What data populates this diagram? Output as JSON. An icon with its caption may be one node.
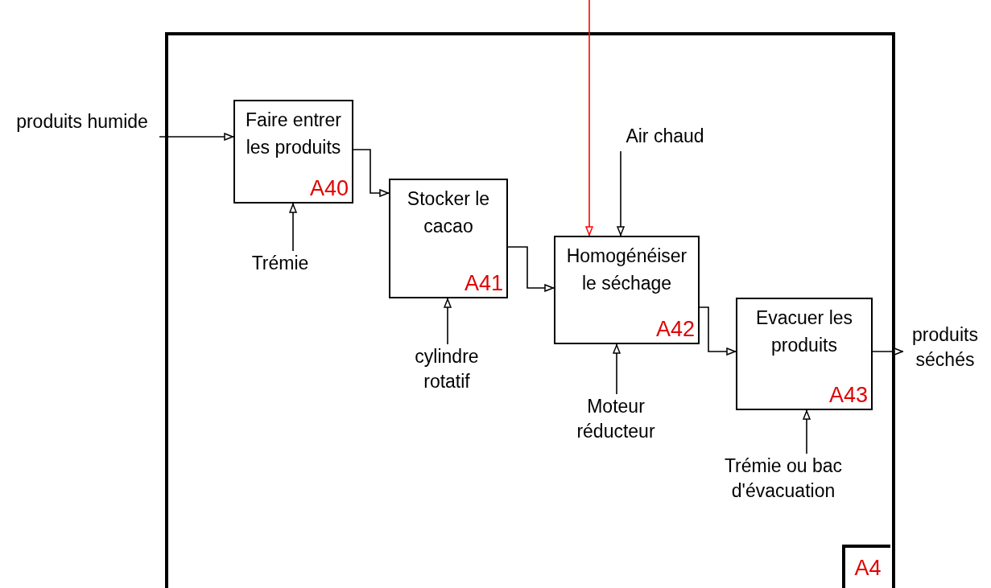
{
  "diagram": {
    "nodes": [
      {
        "text": [],
        "shape": "box"
      },
      {
        "text": [
          "Faire entrer les produits",
          "A40"
        ],
        "in": 0
      },
      {
        "text": [
          "Stocker le cacao",
          "A41"
        ],
        "in": 0
      },
      {
        "text": [
          "Homogénéiser le séchage",
          "A42"
        ],
        "in": 0
      },
      {
        "text": [
          "Evacuer les produits",
          "A43"
        ],
        "in": 0
      },
      {
        "text": [
          "produits humide"
        ]
      },
      {
        "text": [
          "Trémie"
        ],
        "in": 0
      },
      {
        "text": [
          "cylindre rotatif"
        ],
        "in": 0
      },
      {
        "text": [
          "Air chaud"
        ],
        "in": 0
      },
      {
        "text": [
          "Moteur réducteur"
        ],
        "in": 0
      },
      {
        "text": [
          "Trémie ou bac d'évacuation"
        ],
        "in": 0
      },
      {
        "text": [
          "produits séchés"
        ]
      },
      {
        "text": [
          "A4"
        ],
        "in": 0
      }
    ],
    "edges": [
      {
        "from": 5,
        "to": 1,
        "arrow": "to"
      },
      {
        "from": 1,
        "to": 2,
        "arrow": "to"
      },
      {
        "from": 2,
        "to": 3,
        "arrow": "to"
      },
      {
        "from": 3,
        "to": 4,
        "arrow": "to"
      },
      {
        "from": 4,
        "to": 11,
        "arrow": "to"
      },
      {
        "from": 6,
        "to": 1,
        "arrow": "to"
      },
      {
        "from": 7,
        "to": 2,
        "arrow": "to"
      },
      {
        "from": 8,
        "to": 3,
        "arrow": "to"
      },
      {
        "from": 9,
        "to": 3,
        "arrow": "to"
      },
      {
        "from": 10,
        "to": 4,
        "arrow": "to"
      },
      {
        "from": null,
        "to": 3,
        "arrow": "to",
        "color": "#ff0000"
      }
    ]
  }
}
